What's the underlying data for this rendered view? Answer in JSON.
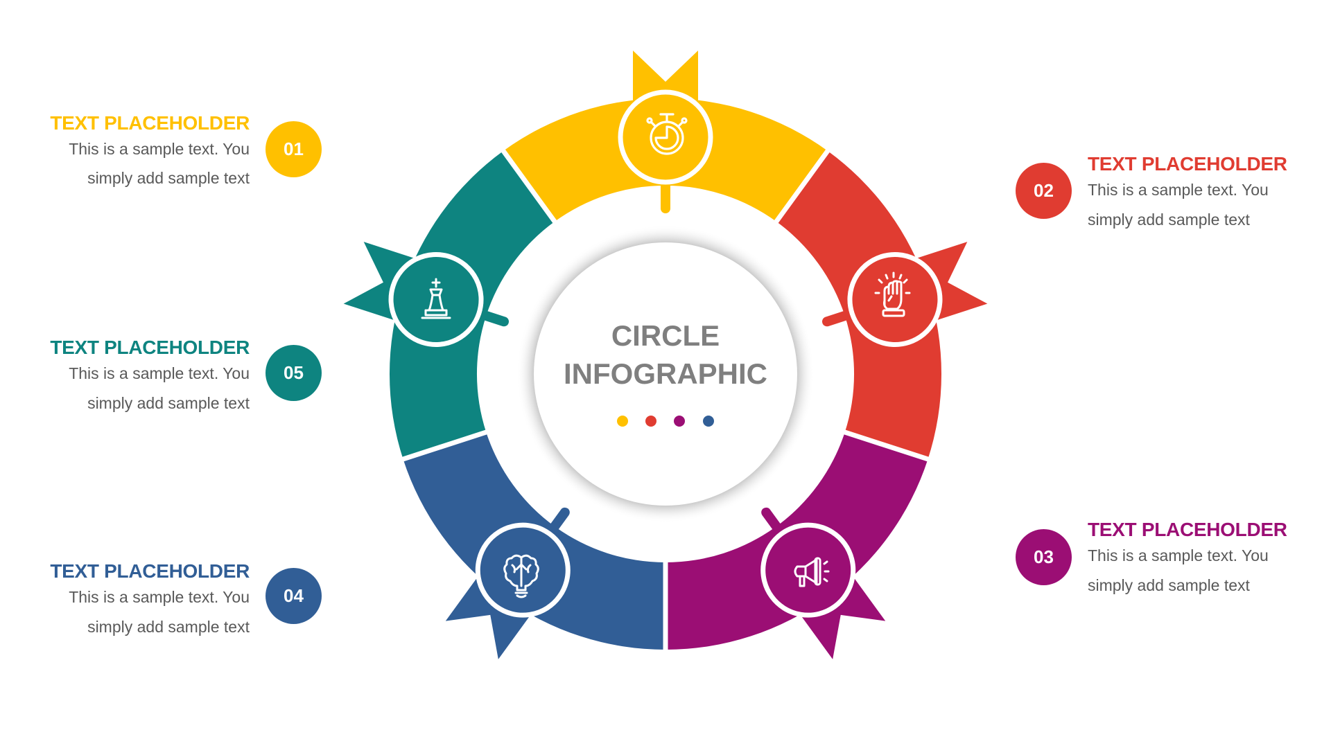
{
  "center": {
    "line1": "CIRCLE",
    "line2": "INFOGRAPHIC",
    "dots": [
      "#FFC000",
      "#E03C31",
      "#9B0E74",
      "#315E96"
    ]
  },
  "colors": {
    "yellow": "#FFC000",
    "red": "#E03C31",
    "purple": "#9B0E74",
    "blue": "#315E96",
    "teal": "#0E8480",
    "body_text": "#595959",
    "center_text": "#7F7F7F"
  },
  "segments": [
    {
      "number": "01",
      "color": "#FFC000",
      "icon": "stopwatch-icon",
      "angle": 0
    },
    {
      "number": "02",
      "color": "#E03C31",
      "icon": "raised-fist-icon",
      "angle": 72
    },
    {
      "number": "03",
      "color": "#9B0E74",
      "icon": "megaphone-icon",
      "angle": 144
    },
    {
      "number": "04",
      "color": "#315E96",
      "icon": "brain-lightbulb-icon",
      "angle": 216
    },
    {
      "number": "05",
      "color": "#0E8480",
      "icon": "chess-king-icon",
      "angle": 288
    }
  ],
  "items": {
    "i01": {
      "number": "01",
      "title": "TEXT PLACEHOLDER",
      "line1": "This is a sample text. You",
      "line2": "simply add sample text"
    },
    "i02": {
      "number": "02",
      "title": "TEXT PLACEHOLDER",
      "line1": "This is a sample text. You",
      "line2": "simply add sample text"
    },
    "i03": {
      "number": "03",
      "title": "TEXT PLACEHOLDER",
      "line1": "This is a sample text. You",
      "line2": "simply add sample text"
    },
    "i04": {
      "number": "04",
      "title": "TEXT PLACEHOLDER",
      "line1": "This is a sample text. You",
      "line2": "simply add sample text"
    },
    "i05": {
      "number": "05",
      "title": "TEXT PLACEHOLDER",
      "line1": "This is a sample text. You",
      "line2": "simply add sample text"
    }
  }
}
